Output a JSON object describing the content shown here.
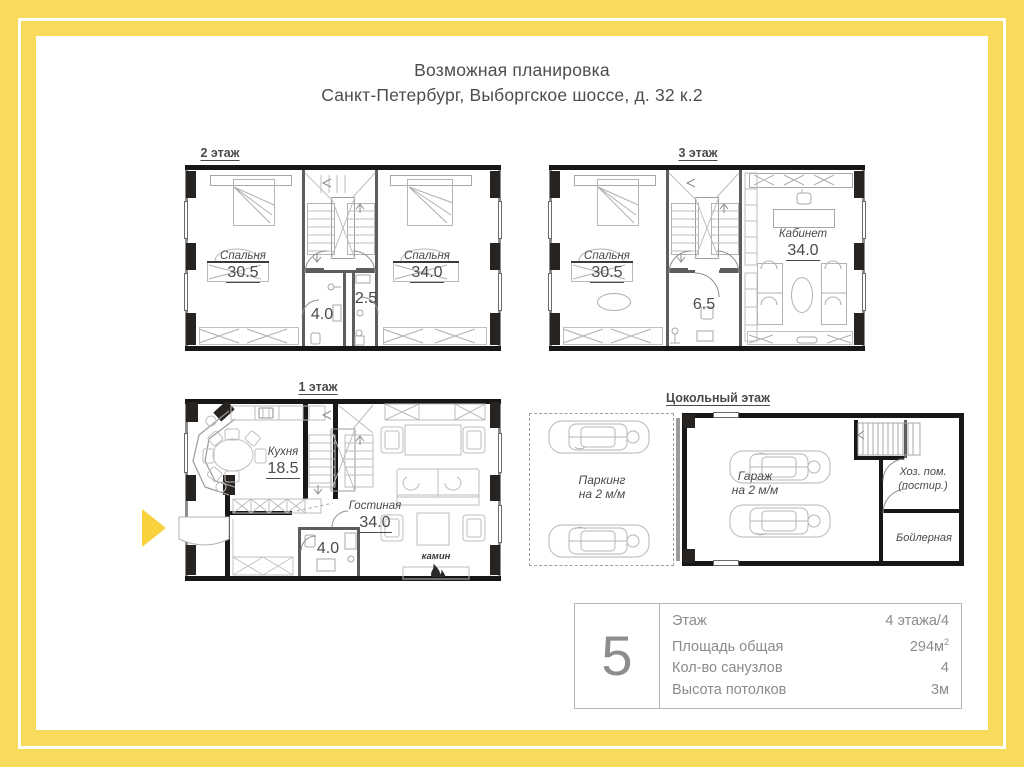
{
  "document": {
    "title_line1": "Возможная планировка",
    "title_line2": "Санкт-Петербург, Выборгское шоссе, д. 32 к.2"
  },
  "floors": {
    "f2": {
      "label": "2 этаж",
      "rooms": [
        {
          "name": "Спальня",
          "area": "30.5"
        },
        {
          "name": "Спальня",
          "area": "34.0"
        },
        {
          "name": "",
          "area": "4.0"
        },
        {
          "name": "",
          "area": "2.5"
        }
      ]
    },
    "f3": {
      "label": "3 этаж",
      "rooms": [
        {
          "name": "Спальня",
          "area": "30.5"
        },
        {
          "name": "Кабинет",
          "area": "34.0"
        },
        {
          "name": "",
          "area": "6.5"
        }
      ]
    },
    "f1": {
      "label": "1 этаж",
      "rooms": [
        {
          "name": "Кухня",
          "area": "18.5"
        },
        {
          "name": "Гостиная",
          "area": "34.0"
        },
        {
          "name": "",
          "area": "4.0"
        }
      ],
      "fireplace_label": "камин"
    },
    "basement": {
      "label": "Цокольный этаж",
      "rooms": [
        {
          "name": "Паркинг",
          "sub": "на 2 м/м"
        },
        {
          "name": "Гараж",
          "sub": "на 2 м/м"
        },
        {
          "name": "Хоз. пом.",
          "sub": "(постир.)"
        },
        {
          "name": "Бойлерная",
          "sub": ""
        }
      ]
    }
  },
  "info_table": {
    "badge": "5",
    "rows": [
      {
        "label": "Этаж",
        "value": "4 этажа/4"
      },
      {
        "label": "Площадь общая",
        "value": "294м",
        "sup": "2"
      },
      {
        "label": "Кол-во санузлов",
        "value": "4"
      },
      {
        "label": "Высота потолков",
        "value": "3м"
      }
    ]
  },
  "colors": {
    "frame": "#F8DB5C",
    "panel": "#FFFFFF",
    "wall": "#171717",
    "text": "#4A4A4A",
    "arrow": "#F8D13C"
  }
}
